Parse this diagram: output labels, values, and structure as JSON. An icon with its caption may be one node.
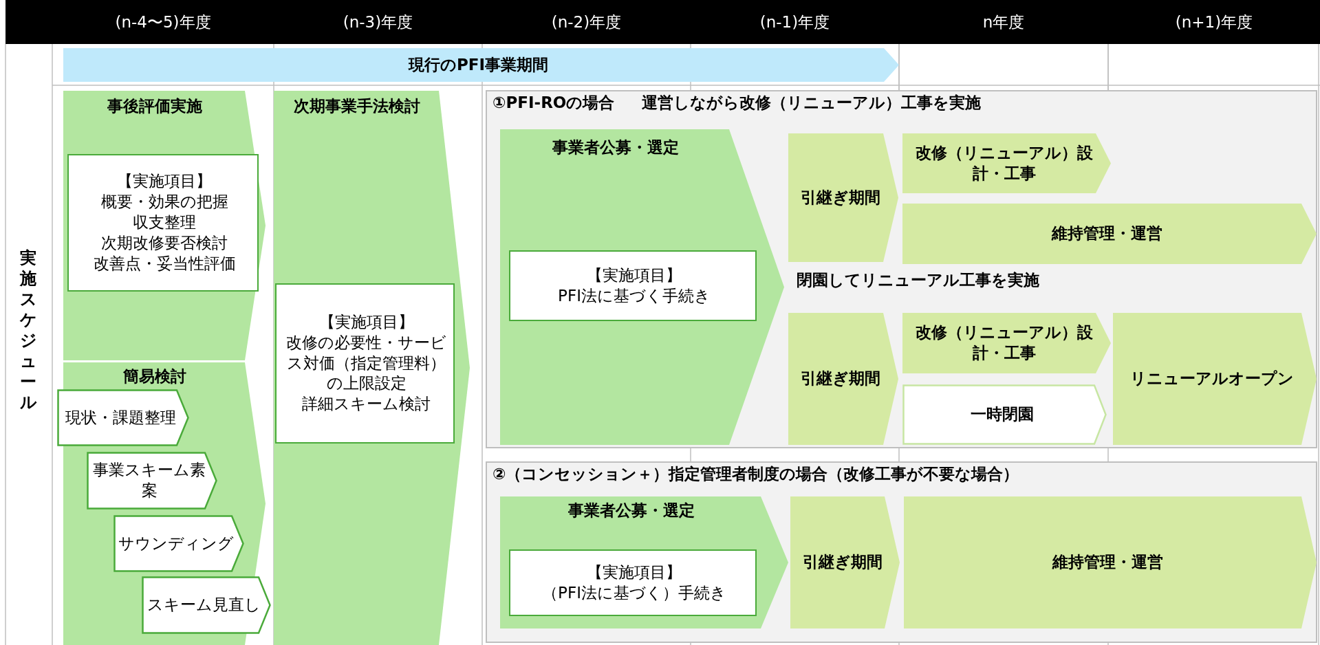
{
  "diagram": {
    "nodes": [
      {
        "text": [
          "現行のPFI事業期間"
        ]
      },
      {
        "text": [
          "事後評価実施"
        ]
      },
      {
        "text": [
          "【実施項目】",
          "概要・効果の把握",
          "収支整理",
          "次期改修要否検討",
          "改善点・妥当性評価"
        ],
        "in": 1
      },
      {
        "text": [
          "簡易検討"
        ]
      },
      {
        "text": [
          "現状・課題整理"
        ],
        "in": 3
      },
      {
        "text": [
          "事業スキーム素案"
        ],
        "in": 3
      },
      {
        "text": [
          "サウンディング"
        ],
        "in": 3
      },
      {
        "text": [
          "スキーム見直し"
        ],
        "in": 3
      },
      {
        "text": [
          "次期事業手法検討"
        ]
      },
      {
        "text": [
          "【実施項目】",
          "改修の必要性・サービス対価（指定管理料）の上限設定",
          "詳細スキーム検討"
        ],
        "in": 8
      },
      {
        "text": [
          "①PFI-ROの場合",
          "運営しながら改修（リニューアル）工事を実施",
          "閉園してリニューアル工事を実施"
        ]
      },
      {
        "text": [
          "事業者公募・選定"
        ],
        "in": 10
      },
      {
        "text": [
          "【実施項目】",
          "PFI法に基づく手続き"
        ],
        "in": 11
      },
      {
        "text": [
          "引継ぎ期間"
        ],
        "in": 10
      },
      {
        "text": [
          "改修（リニューアル）設計・工事"
        ],
        "in": 10
      },
      {
        "text": [
          "維持管理・運営"
        ],
        "in": 10
      },
      {
        "text": [
          "引継ぎ期間"
        ],
        "in": 10
      },
      {
        "text": [
          "改修（リニューアル）設計・工事"
        ],
        "in": 10
      },
      {
        "text": [
          "一時閉園"
        ],
        "in": 10
      },
      {
        "text": [
          "リニューアルオープン"
        ],
        "in": 10
      },
      {
        "text": [
          "②（コンセッション＋）指定管理者制度の場合（改修工事が不要な場合）"
        ]
      },
      {
        "text": [
          "事業者公募・選定"
        ],
        "in": 20
      },
      {
        "text": [
          "【実施項目】",
          "（PFI法に基づく）手続き"
        ],
        "in": 21
      },
      {
        "text": [
          "引継ぎ期間"
        ],
        "in": 20
      },
      {
        "text": [
          "維持管理・運営"
        ],
        "in": 20
      }
    ],
    "edges": [],
    "labels": [
      "(n-4〜5)年度",
      "(n-3)年度",
      "(n-2)年度",
      "(n-1)年度",
      "n年度",
      "(n+1)年度",
      "実施スケジュール"
    ]
  }
}
